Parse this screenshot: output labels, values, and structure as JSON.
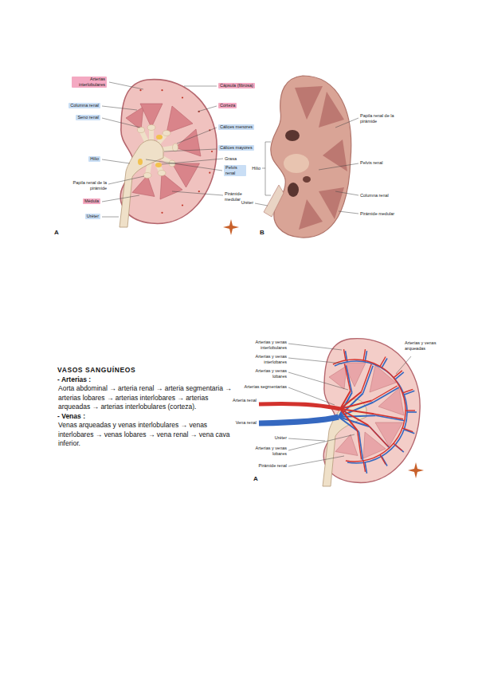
{
  "diagram": {
    "title": "VASOS SANGUÍNEOS",
    "nodes": [
      {
        "text": [
          "Arterias interlobulares"
        ]
      },
      {
        "text": [
          "Columna renal"
        ]
      },
      {
        "text": [
          "Seno renal"
        ]
      },
      {
        "text": [
          "Hilio"
        ]
      },
      {
        "text": [
          "Médula"
        ]
      },
      {
        "text": [
          "Uréter"
        ]
      },
      {
        "text": [
          "Cápsula (fibrosa)"
        ]
      },
      {
        "text": [
          "Corteza"
        ]
      },
      {
        "text": [
          "Cálices menores"
        ]
      },
      {
        "text": [
          "Cálices mayores"
        ]
      },
      {
        "text": [
          "Pelvis renal"
        ]
      }
    ],
    "labels": [
      "Papila renal de la pirámide",
      "Grasa",
      "Pirámide medular",
      "A",
      "Papila renal de la pirámide",
      "Pelvis renal",
      "Hilio",
      "Uréter",
      "Columna renal",
      "Pirámide medular",
      "B",
      "- Arterias :",
      "Aorta abdominal → arteria renal → arteria segmentaria → arterias lobares → arterias interlobares → arterias arqueadas → arterias interlobulares (corteza).",
      "- Venas :",
      "Venas arqueadas y venas interlobulares → venas interlobares → venas lobares → vena renal → vena cava inferior.",
      "Arterias y venas interlobulares",
      "Arterias y venas interlobares",
      "Arterias y venas lobares",
      "Arterias segmentarias",
      "Arteria renal",
      "Vena renal",
      "Uréter",
      "Arterias y venas lobares",
      "Pirámide renal",
      "Arterias y venas arqueadas",
      "A"
    ]
  }
}
